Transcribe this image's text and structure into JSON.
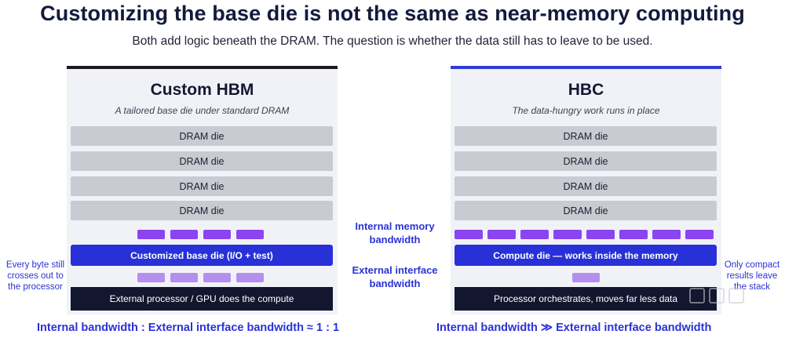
{
  "title": "Customizing the base die is not the same as near-memory computing",
  "subtitle": "Both add logic beneath the DRAM. The question is whether the data still has to leave to be used.",
  "left_panel": {
    "title": "Custom HBM",
    "subtitle": "A tailored base die under standard DRAM",
    "dram_dies": [
      "DRAM die",
      "DRAM die",
      "DRAM die",
      "DRAM die"
    ],
    "base_die": "Customized base die (I/O + test)",
    "processor": "External processor / GPU does the compute",
    "side_note": "Every byte still crosses out to the processor",
    "ratio": "Internal bandwidth : External interface bandwidth ≈ 1 : 1",
    "internal_connections": 4,
    "external_connections": 4,
    "accent_color": "#1b1b1f"
  },
  "right_panel": {
    "title": "HBC",
    "subtitle": "The data-hungry work runs in place",
    "dram_dies": [
      "DRAM die",
      "DRAM die",
      "DRAM die",
      "DRAM die"
    ],
    "base_die": "Compute die — works inside the memory",
    "processor": "Processor orchestrates, moves far less data",
    "side_note": "Only compact results leave the stack",
    "ratio": "Internal bandwidth ≫ External interface bandwidth",
    "internal_connections": 8,
    "external_connections": 1,
    "accent_color": "#2f3ad8"
  },
  "middle_labels": {
    "internal": "Internal memory bandwidth",
    "external": "External interface bandwidth"
  },
  "colors": {
    "dram": "#c9cbd2",
    "connection_internal": "#8a44f0",
    "connection_external": "#b38ff0",
    "base_die": "#2830d8",
    "processor": "#12162f",
    "label_blue": "#2a32d6"
  }
}
